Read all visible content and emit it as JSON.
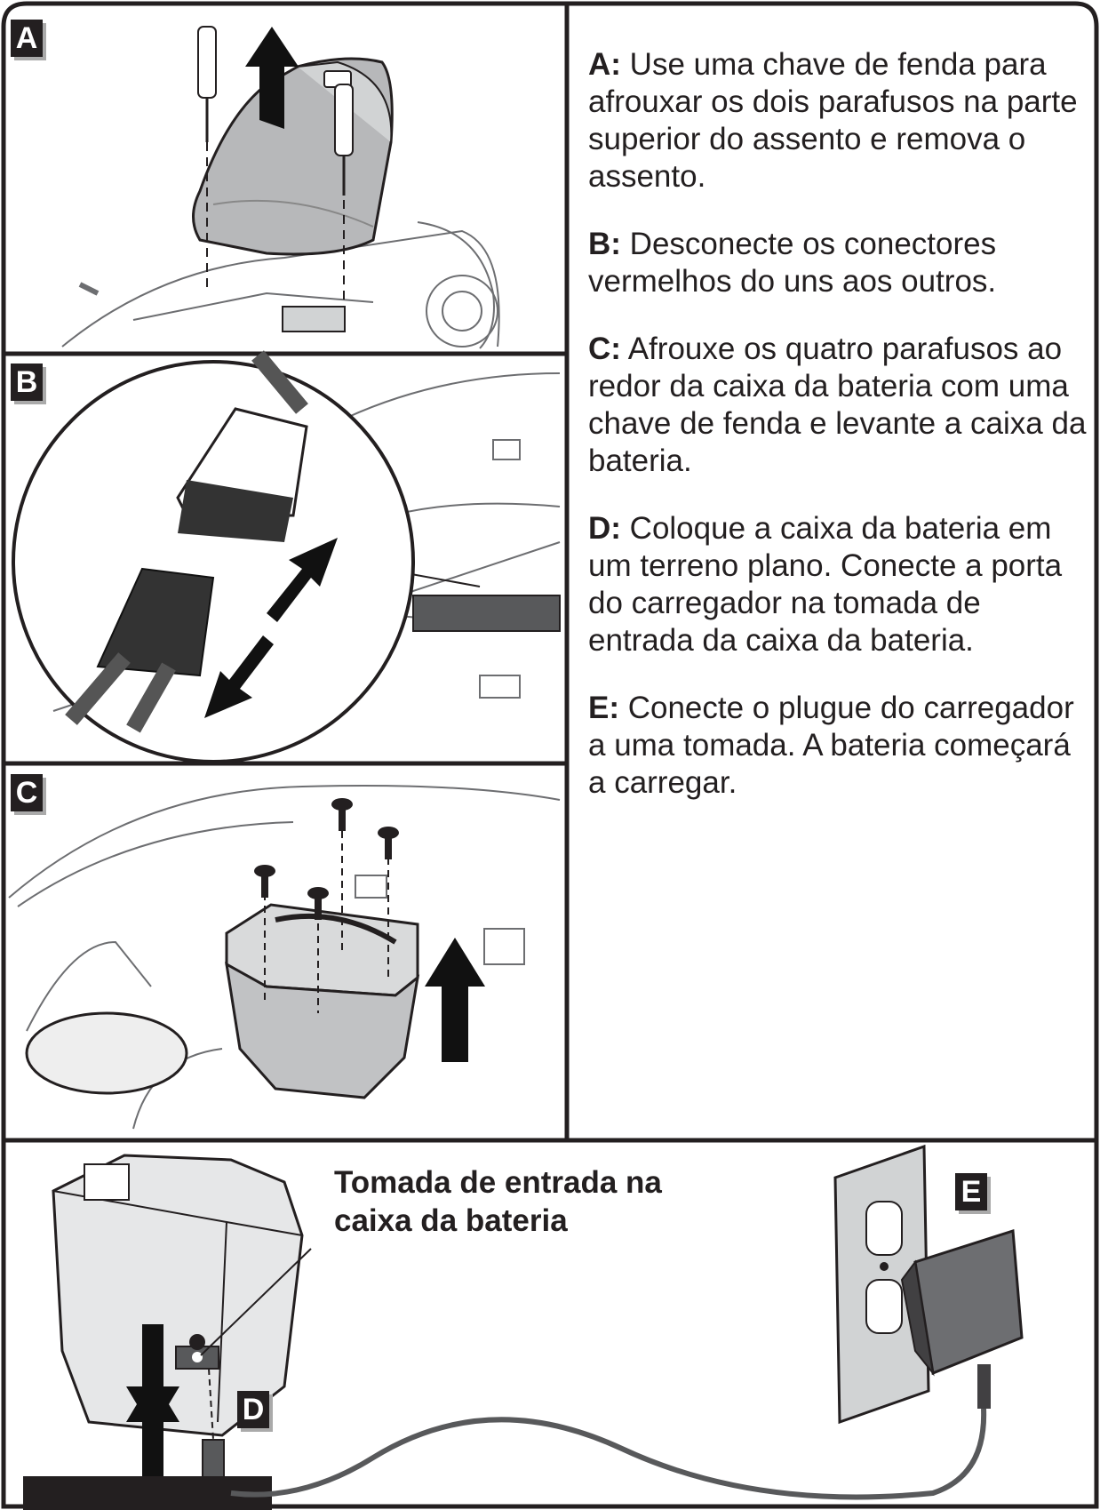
{
  "panels": {
    "a_label": "A",
    "b_label": "B",
    "c_label": "C",
    "d_label": "D",
    "e_label": "E"
  },
  "instructions": [
    {
      "key": "A:",
      "text": " Use uma chave de fenda para afrouxar os dois parafusos na parte superior do assento e remova o assento."
    },
    {
      "key": "B:",
      "text": " Desconecte os conectores vermelhos do uns aos outros."
    },
    {
      "key": "C:",
      "text": " Afrouxe os quatro parafusos ao redor da caixa da bateria com uma chave de fenda e levante a caixa da bateria."
    },
    {
      "key": "D:",
      "text": " Coloque a caixa da bateria em um terreno plano. Conecte a porta do carregador na tomada de entrada da caixa da bateria."
    },
    {
      "key": "E:",
      "text": " Conecte o plugue do carregador a uma tomada. A bateria começará a carregar."
    }
  ],
  "callout": {
    "line1": "Tomada de entrada na",
    "line2": "caixa da bateria"
  },
  "colors": {
    "ink": "#231f20",
    "line_art": "#6d6e71",
    "shade": "#bcbec0"
  }
}
